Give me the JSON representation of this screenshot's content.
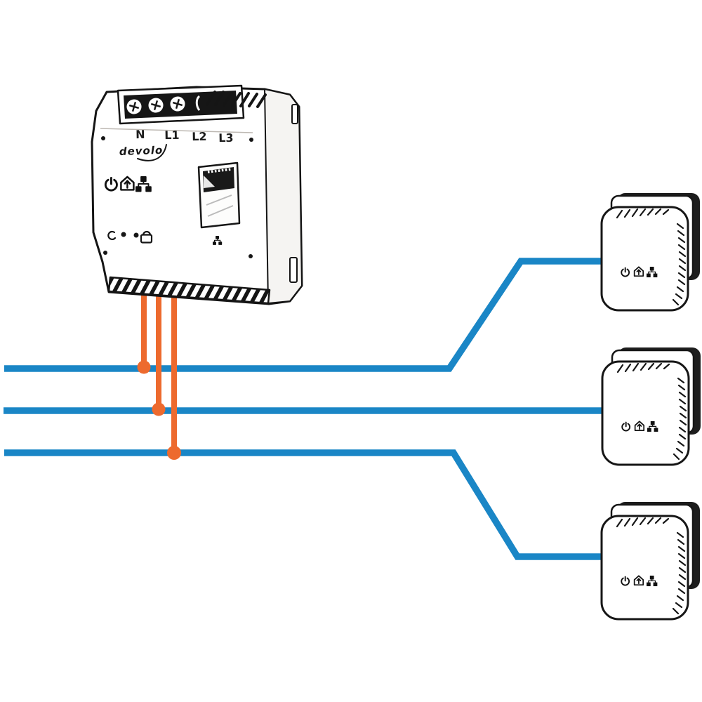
{
  "diagram": {
    "title": "devolo dLAN powerline three-phase wiring diagram",
    "colors": {
      "phase_blue": "#1a86c6",
      "wire_orange": "#ed6a2e",
      "ink": "#161616",
      "background": "#ffffff"
    },
    "din_unit": {
      "brand_label": "devolo",
      "terminals": [
        "N",
        "L1",
        "L2",
        "L3"
      ],
      "front_icons": [
        "power-icon",
        "home-network-icon",
        "ethernet-icon"
      ],
      "bottom_icons": [
        "standby-icon",
        "led-dot-icon",
        "led-dot-icon",
        "encryption-lock-icon",
        "ethernet-icon"
      ],
      "port": "ethernet-port"
    },
    "phase_wires": [
      {
        "id": "phase-1",
        "terminal": "L1"
      },
      {
        "id": "phase-2",
        "terminal": "L2"
      },
      {
        "id": "phase-3",
        "terminal": "L3"
      }
    ],
    "adapters": [
      {
        "id": "adapter-1",
        "icons": [
          "power-icon",
          "home-network-icon",
          "ethernet-icon"
        ]
      },
      {
        "id": "adapter-2",
        "icons": [
          "power-icon",
          "home-network-icon",
          "ethernet-icon"
        ]
      },
      {
        "id": "adapter-3",
        "icons": [
          "power-icon",
          "home-network-icon",
          "ethernet-icon"
        ]
      }
    ]
  }
}
